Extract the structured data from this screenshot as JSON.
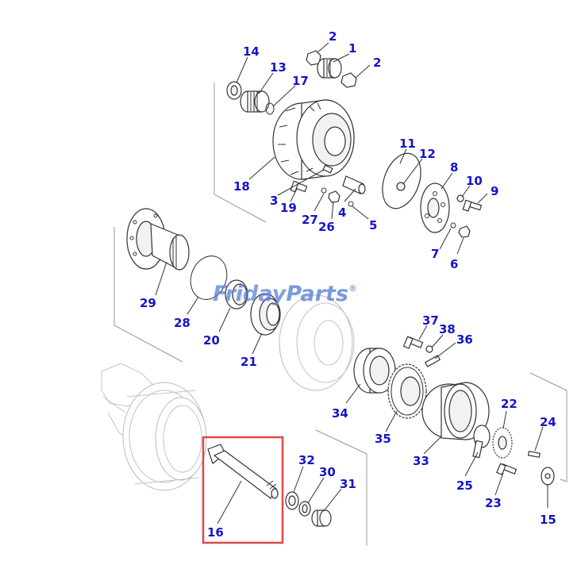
{
  "watermark": {
    "text_a": "Friday",
    "text_b": "Parts",
    "reg": "®",
    "color_a": "#5b7fd6",
    "color_b": "#4f77d4"
  },
  "label_color": "#1414c8",
  "highlight": {
    "part": "16",
    "color": "#e04848"
  },
  "callouts": [
    {
      "id": "14",
      "text": "14"
    },
    {
      "id": "13",
      "text": "13"
    },
    {
      "id": "17",
      "text": "17"
    },
    {
      "id": "2a",
      "text": "2"
    },
    {
      "id": "1",
      "text": "1"
    },
    {
      "id": "2b",
      "text": "2"
    },
    {
      "id": "18",
      "text": "18"
    },
    {
      "id": "3",
      "text": "3"
    },
    {
      "id": "19",
      "text": "19"
    },
    {
      "id": "27",
      "text": "27"
    },
    {
      "id": "26",
      "text": "26"
    },
    {
      "id": "4",
      "text": "4"
    },
    {
      "id": "5",
      "text": "5"
    },
    {
      "id": "11",
      "text": "11"
    },
    {
      "id": "12",
      "text": "12"
    },
    {
      "id": "8",
      "text": "8"
    },
    {
      "id": "10",
      "text": "10"
    },
    {
      "id": "9",
      "text": "9"
    },
    {
      "id": "7",
      "text": "7"
    },
    {
      "id": "6",
      "text": "6"
    },
    {
      "id": "29",
      "text": "29"
    },
    {
      "id": "28",
      "text": "28"
    },
    {
      "id": "20",
      "text": "20"
    },
    {
      "id": "21",
      "text": "21"
    },
    {
      "id": "37",
      "text": "37"
    },
    {
      "id": "38",
      "text": "38"
    },
    {
      "id": "36",
      "text": "36"
    },
    {
      "id": "34",
      "text": "34"
    },
    {
      "id": "35",
      "text": "35"
    },
    {
      "id": "33",
      "text": "33"
    },
    {
      "id": "22",
      "text": "22"
    },
    {
      "id": "24",
      "text": "24"
    },
    {
      "id": "25",
      "text": "25"
    },
    {
      "id": "23",
      "text": "23"
    },
    {
      "id": "15",
      "text": "15"
    },
    {
      "id": "32",
      "text": "32"
    },
    {
      "id": "30",
      "text": "30"
    },
    {
      "id": "31",
      "text": "31"
    },
    {
      "id": "16",
      "text": "16"
    }
  ]
}
